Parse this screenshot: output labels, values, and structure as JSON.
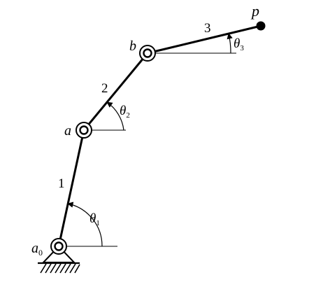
{
  "diagram": {
    "links": [
      {
        "label": "1"
      },
      {
        "label": "2"
      },
      {
        "label": "3"
      }
    ],
    "joints": [
      {
        "label": "a",
        "subscript": "0"
      },
      {
        "label": "a",
        "subscript": ""
      },
      {
        "label": "b",
        "subscript": ""
      }
    ],
    "end_point": {
      "label": "p"
    },
    "angles": [
      {
        "symbol": "θ",
        "subscript": "1"
      },
      {
        "symbol": "θ",
        "subscript": "2"
      },
      {
        "symbol": "θ",
        "subscript": "3"
      }
    ],
    "colors": {
      "ink": "#000000",
      "background": "#ffffff"
    }
  }
}
